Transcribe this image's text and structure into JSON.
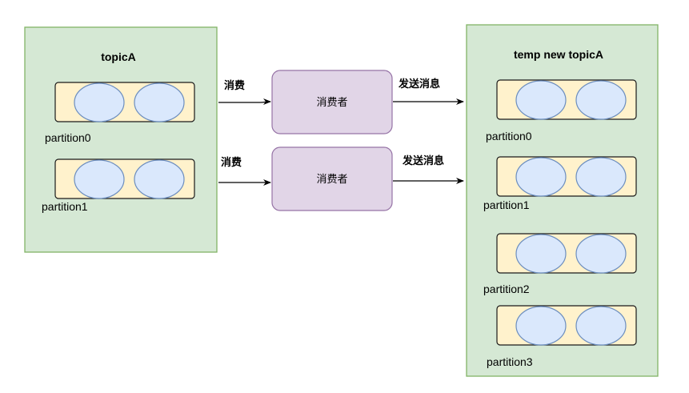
{
  "source_topic": {
    "title": "topicA",
    "partitions": [
      "partition0",
      "partition1"
    ]
  },
  "consumers": [
    {
      "label": "消费者",
      "in_label": "消费",
      "out_label": "发送消息"
    },
    {
      "label": "消费者",
      "in_label": "消费",
      "out_label": "发送消息"
    }
  ],
  "target_topic": {
    "title": "temp new topicA",
    "partitions": [
      "partition0",
      "partition1",
      "partition2",
      "partition3"
    ]
  },
  "colors": {
    "topic_fill": "#d5e8d4",
    "topic_stroke": "#82b366",
    "partition_fill": "#fff2cc",
    "message_fill": "#dae8fc",
    "message_stroke": "#6c8ebf",
    "consumer_fill": "#e1d5e7",
    "consumer_stroke": "#9673a6"
  }
}
